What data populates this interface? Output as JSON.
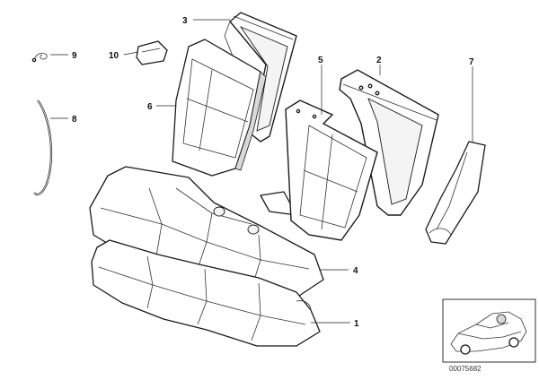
{
  "diagram": {
    "callouts": [
      "1",
      "2",
      "3",
      "4",
      "5",
      "6",
      "7",
      "8",
      "9",
      "10"
    ],
    "document_number": "00075682"
  },
  "colors": {
    "line": "#1a1a1a",
    "background": "#ffffff"
  }
}
